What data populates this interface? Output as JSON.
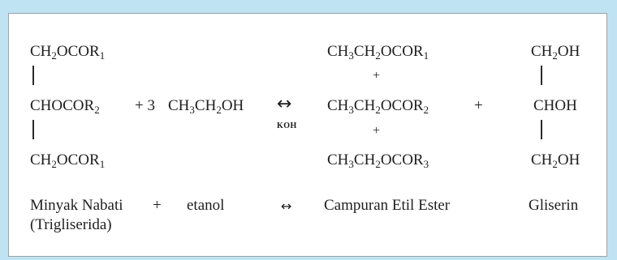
{
  "reactants": {
    "tri_top": {
      "a": "CH",
      "a_sub": "2",
      "b": "OCOR",
      "b_sub": "1"
    },
    "tri_mid": {
      "a": "CHOCOR",
      "a_sub": "2"
    },
    "tri_bot": {
      "a": "CH",
      "a_sub": "2",
      "b": "OCOR",
      "b_sub": "1"
    },
    "plus_3": "+ 3",
    "ethanol": {
      "a": "CH",
      "a_sub": "3",
      "b": "CH",
      "b_sub": "2",
      "c": "OH"
    }
  },
  "equilibrium_symbol": "↔",
  "catalyst": "KOH",
  "esters": {
    "e1": {
      "a": "CH",
      "a_sub": "3",
      "b": "CH",
      "b_sub": "2",
      "c": "OCOR",
      "c_sub": "1"
    },
    "e2": {
      "a": "CH",
      "a_sub": "3",
      "b": "CH",
      "b_sub": "2",
      "c": "OCOR",
      "c_sub": "2"
    },
    "e3": {
      "a": "CH",
      "a_sub": "3",
      "b": "CH",
      "b_sub": "2",
      "c": "OCOR",
      "c_sub": "3"
    },
    "plus": "+"
  },
  "glycerol": {
    "top": {
      "a": "CH",
      "a_sub": "2",
      "b": "OH"
    },
    "mid": "CHOH",
    "bot": {
      "a": "CH",
      "a_sub": "2",
      "b": "OH"
    }
  },
  "plus_sign": "+",
  "labels": {
    "oil": "Minyak Nabati",
    "oil_sub": "(Trigliserida)",
    "plus": "+",
    "ethanol": "etanol",
    "arrow": "↔",
    "ester_mix": "Campuran Etil Ester",
    "glycerin": "Gliserin"
  }
}
